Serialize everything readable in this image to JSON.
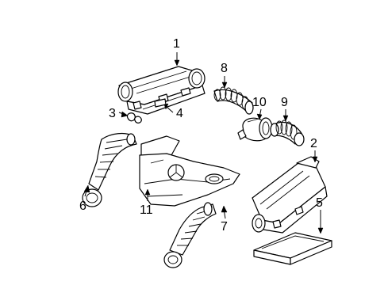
{
  "diagram": {
    "callouts": [
      {
        "id": "1",
        "label": "1"
      },
      {
        "id": "2",
        "label": "2"
      },
      {
        "id": "3",
        "label": "3"
      },
      {
        "id": "4",
        "label": "4"
      },
      {
        "id": "5",
        "label": "5"
      },
      {
        "id": "6",
        "label": "6"
      },
      {
        "id": "7",
        "label": "7"
      },
      {
        "id": "8",
        "label": "8"
      },
      {
        "id": "9",
        "label": "9"
      },
      {
        "id": "10",
        "label": "10"
      },
      {
        "id": "11",
        "label": "11"
      }
    ],
    "parts": [
      {
        "id": "air-cleaner-assembly-top",
        "callout": "1"
      },
      {
        "id": "air-cleaner-assembly-right",
        "callout": "2"
      },
      {
        "id": "clamp",
        "callout": "3"
      },
      {
        "id": "bracket",
        "callout": "4"
      },
      {
        "id": "filter-element",
        "callout": "5"
      },
      {
        "id": "intake-duct-left",
        "callout": "6"
      },
      {
        "id": "intake-duct-lower",
        "callout": "7"
      },
      {
        "id": "intake-hose",
        "callout": "8"
      },
      {
        "id": "air-hose",
        "callout": "9"
      },
      {
        "id": "mass-air-flow-sensor",
        "callout": "10"
      },
      {
        "id": "engine-cover",
        "callout": "11"
      }
    ]
  }
}
